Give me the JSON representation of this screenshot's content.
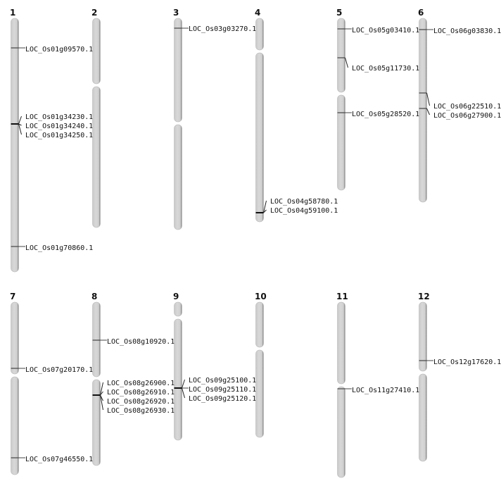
{
  "chromosomes": [
    {
      "name": "1",
      "genes": [
        "LOC_Os01g09570.1",
        "LOC_Os01g34230.1",
        "LOC_Os01g34240.1",
        "LOC_Os01g34250.1",
        "LOC_Os01g70860.1"
      ]
    },
    {
      "name": "2",
      "genes": []
    },
    {
      "name": "3",
      "genes": [
        "LOC_Os03g03270.1"
      ]
    },
    {
      "name": "4",
      "genes": [
        "LOC_Os04g58780.1",
        "LOC_Os04g59100.1"
      ]
    },
    {
      "name": "5",
      "genes": [
        "LOC_Os05g03410.1",
        "LOC_Os05g11730.1",
        "LOC_Os05g28520.1"
      ]
    },
    {
      "name": "6",
      "genes": [
        "LOC_Os06g03830.1",
        "LOC_Os06g22510.1",
        "LOC_Os06g27900.1"
      ]
    },
    {
      "name": "7",
      "genes": [
        "LOC_Os07g20170.1",
        "LOC_Os07g46550.1"
      ]
    },
    {
      "name": "8",
      "genes": [
        "LOC_Os08g10920.1",
        "LOC_Os08g26900.1",
        "LOC_Os08g26910.1",
        "LOC_Os08g26920.1",
        "LOC_Os08g26930.1"
      ]
    },
    {
      "name": "9",
      "genes": [
        "LOC_Os09g25100.1",
        "LOC_Os09g25110.1",
        "LOC_Os09g25120.1"
      ]
    },
    {
      "name": "10",
      "genes": []
    },
    {
      "name": "11",
      "genes": [
        "LOC_Os11g27410.1"
      ]
    },
    {
      "name": "12",
      "genes": [
        "LOC_Os12g17620.1"
      ]
    }
  ],
  "colors": {
    "chromosome": "#d3d3d3",
    "shadow": "#8a8a8a",
    "marker": "#444444"
  }
}
